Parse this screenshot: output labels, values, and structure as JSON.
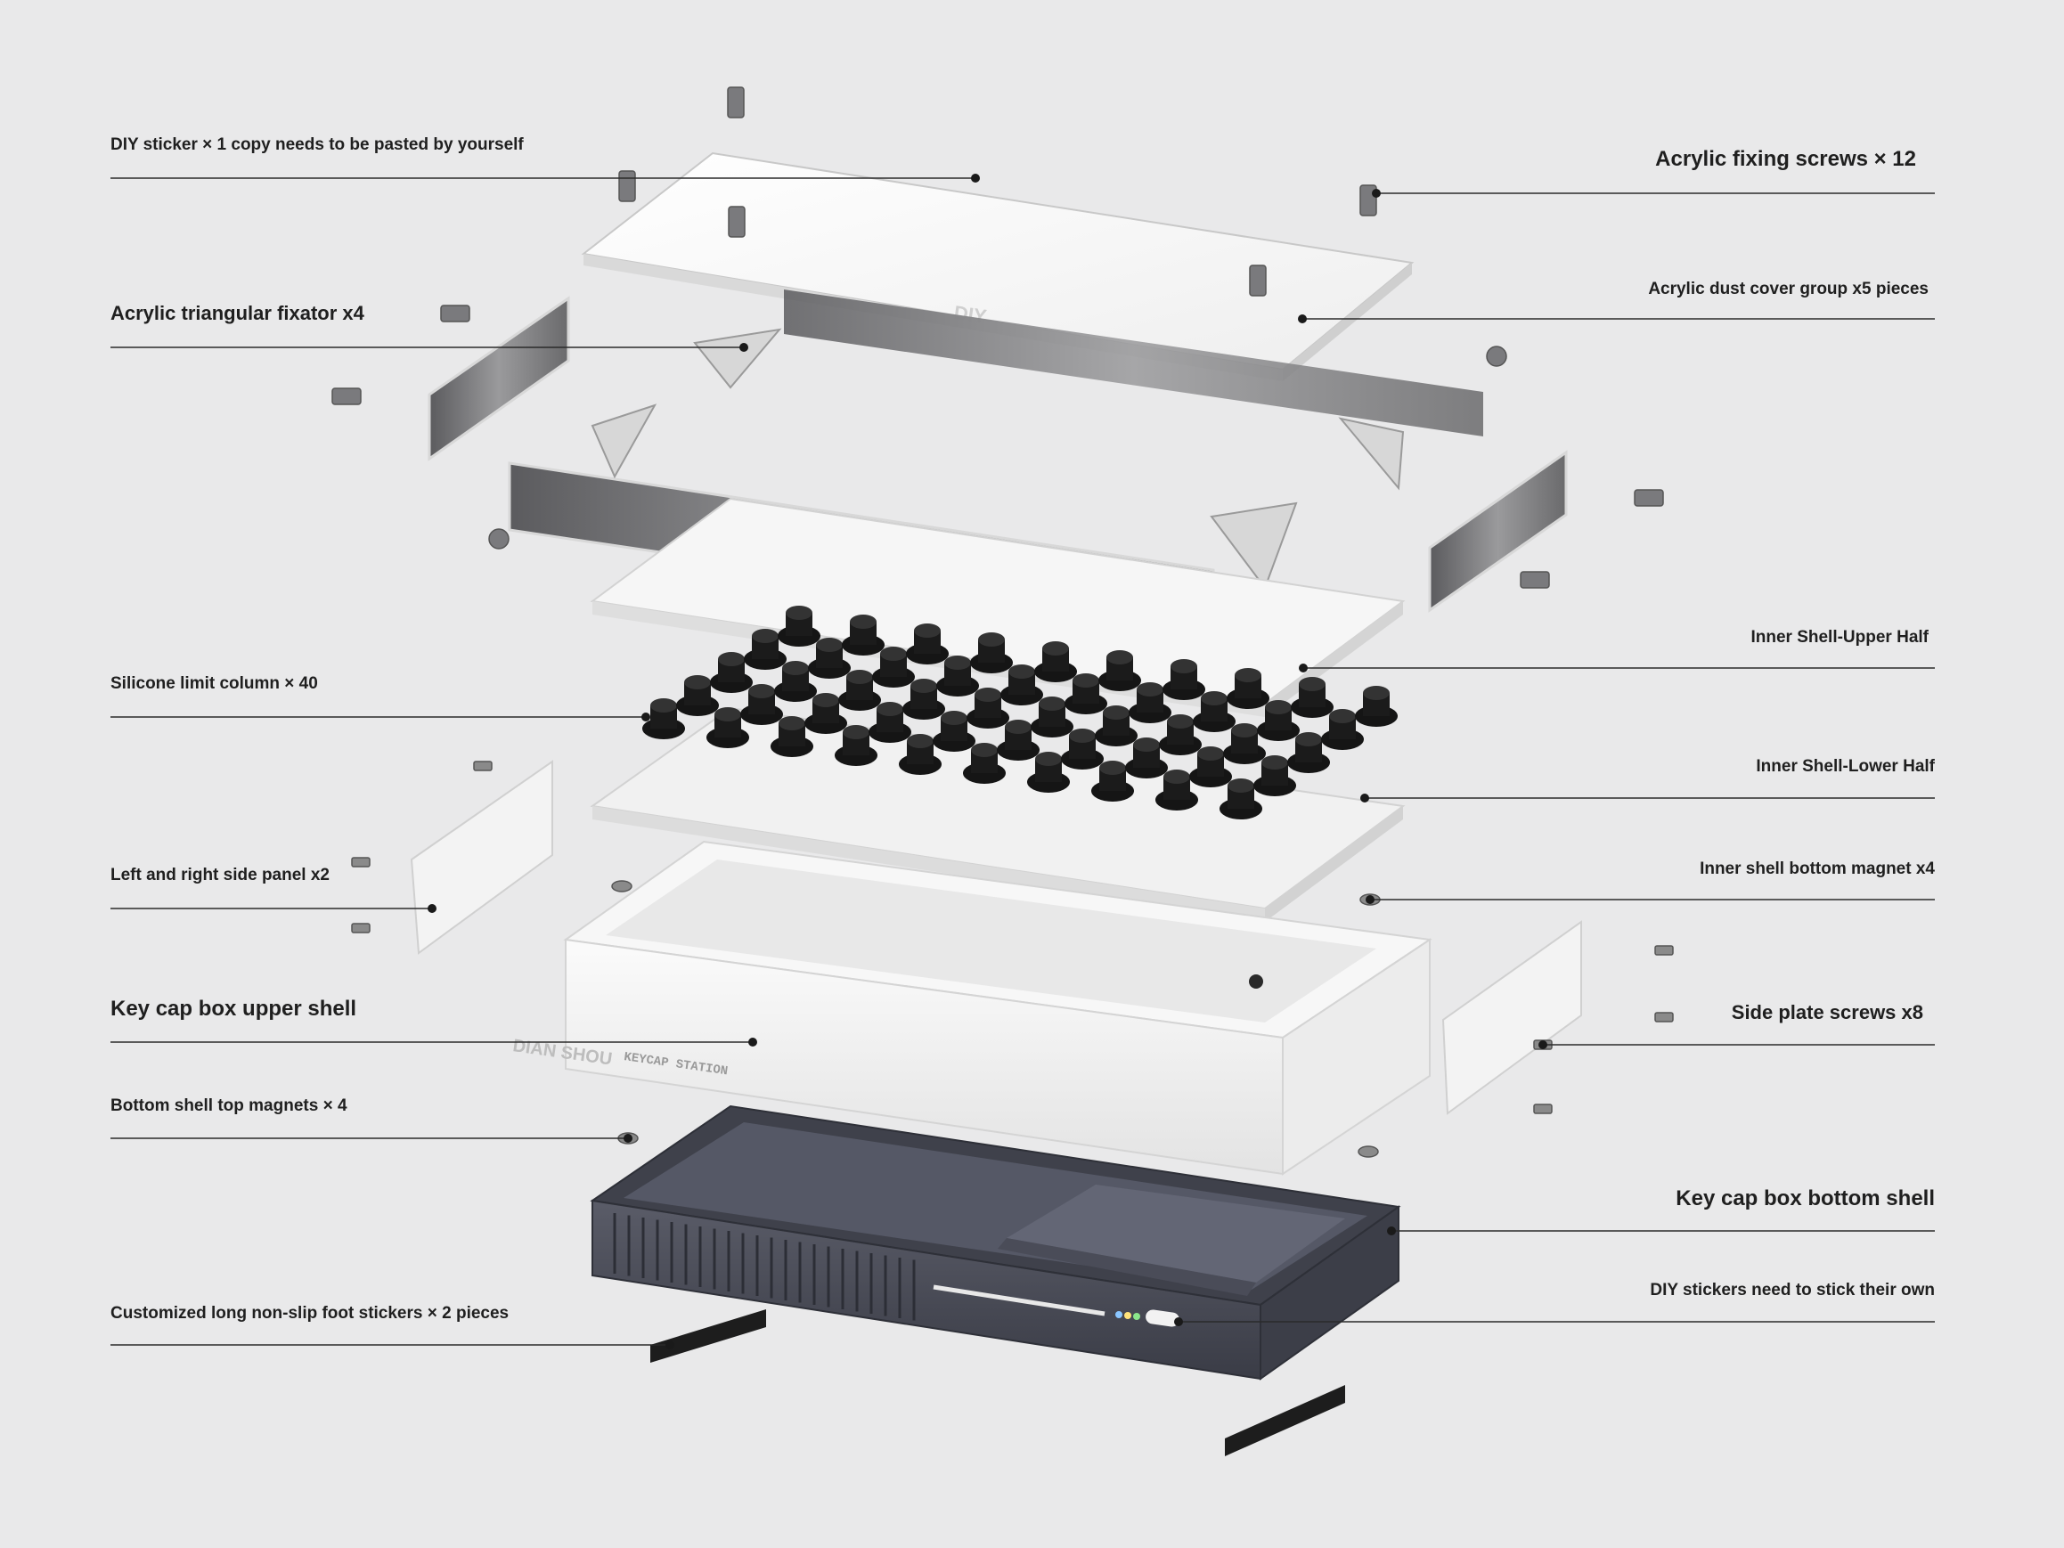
{
  "labels_left": [
    {
      "id": "diy-sticker-top",
      "text": "DIY sticker × 1 copy needs to be pasted by yourself",
      "size": "small"
    },
    {
      "id": "triangular-fixator",
      "text": "Acrylic triangular fixator x4",
      "size": "medium"
    },
    {
      "id": "silicone-column",
      "text": "Silicone limit column × 40",
      "size": "small"
    },
    {
      "id": "side-panel",
      "text": "Left and right side panel x2",
      "size": "small"
    },
    {
      "id": "upper-shell",
      "text": "Key cap box upper shell",
      "size": "large"
    },
    {
      "id": "bottom-top-magnets",
      "text": "Bottom shell top magnets × 4",
      "size": "small"
    },
    {
      "id": "foot-stickers",
      "text": "Customized long non-slip foot stickers × 2 pieces",
      "size": "small"
    }
  ],
  "labels_right": [
    {
      "id": "fixing-screws",
      "text": "Acrylic fixing screws × 12",
      "size": "large"
    },
    {
      "id": "dust-cover",
      "text": "Acrylic dust cover group x5 pieces",
      "size": "small"
    },
    {
      "id": "inner-upper",
      "text": "Inner Shell-Upper Half",
      "size": "small"
    },
    {
      "id": "inner-lower",
      "text": "Inner Shell-Lower Half",
      "size": "small"
    },
    {
      "id": "inner-magnet",
      "text": "Inner shell bottom magnet x4",
      "size": "small"
    },
    {
      "id": "side-plate-screws",
      "text": "Side plate screws x8",
      "size": "medium"
    },
    {
      "id": "bottom-shell",
      "text": "Key cap box bottom shell",
      "size": "large"
    },
    {
      "id": "diy-sticker-bottom",
      "text": "DIY stickers need to stick their own",
      "size": "small"
    }
  ],
  "branding": {
    "brand": "DIAN SHOU",
    "model": "KEYCAP STATION"
  },
  "colors": {
    "background": "#e9e9ea",
    "line": "#2a2a2a",
    "dark_shell": "#4a4c57",
    "white_shell": "#f4f4f4",
    "silicone": "#141414",
    "acrylic": "#fafafa"
  }
}
